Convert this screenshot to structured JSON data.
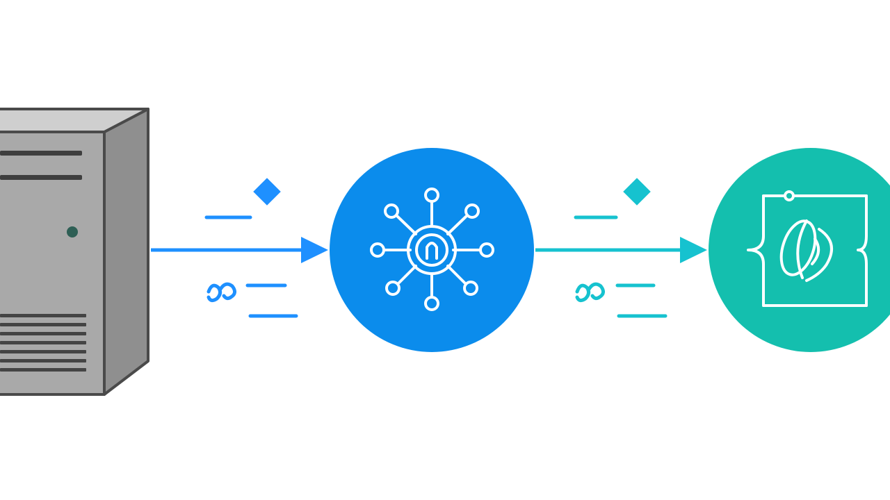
{
  "diagram": {
    "type": "flow",
    "nodes": [
      {
        "id": "server",
        "icon": "server-tower-icon"
      },
      {
        "id": "hub",
        "icon": "network-hub-icon"
      },
      {
        "id": "endpoint",
        "icon": "code-braces-icon"
      }
    ],
    "edges": [
      {
        "from": "server",
        "to": "hub"
      },
      {
        "from": "hub",
        "to": "endpoint"
      }
    ]
  },
  "colors": {
    "background": "#ffffff",
    "server_face": "#a9a9a9",
    "server_side": "#8f8f8f",
    "server_top": "#cfcfcf",
    "server_outline": "#4a4a4a",
    "server_led": "#2e5f55",
    "hub": "#0b8cec",
    "endpoint": "#14bfae",
    "edge_1": "#1e90ff",
    "edge_2": "#16c2cf",
    "icon_stroke": "#ffffff"
  }
}
